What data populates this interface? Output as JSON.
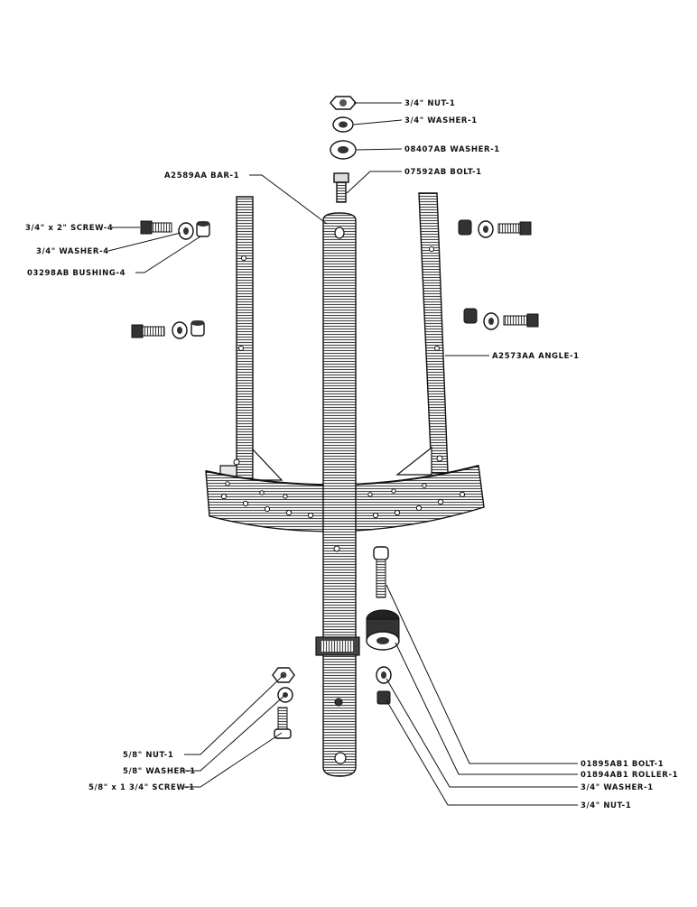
{
  "labels": {
    "nut_top": "3/4\" NUT-1",
    "washer_top": "3/4\" WASHER-1",
    "washer_08407": "08407AB WASHER-1",
    "bolt_07592": "07592AB BOLT-1",
    "bar": "A2589AA BAR-1",
    "screw_left": "3/4\" x 2\" SCREW-4",
    "washer_left": "3/4\" WASHER-4",
    "bushing": "03298AB BUSHING-4",
    "angle": "A2573AA ANGLE-1",
    "nut_58": "5/8\" NUT-1",
    "washer_58": "5/8\" WASHER-1",
    "screw_58": "5/8\" x 1 3/4\" SCREW-1",
    "bolt_01895": "01895AB1 BOLT-1",
    "roller_01894": "01894AB1 ROLLER-1",
    "washer_right": "3/4\" WASHER-1",
    "nut_right": "3/4\" NUT-1"
  }
}
